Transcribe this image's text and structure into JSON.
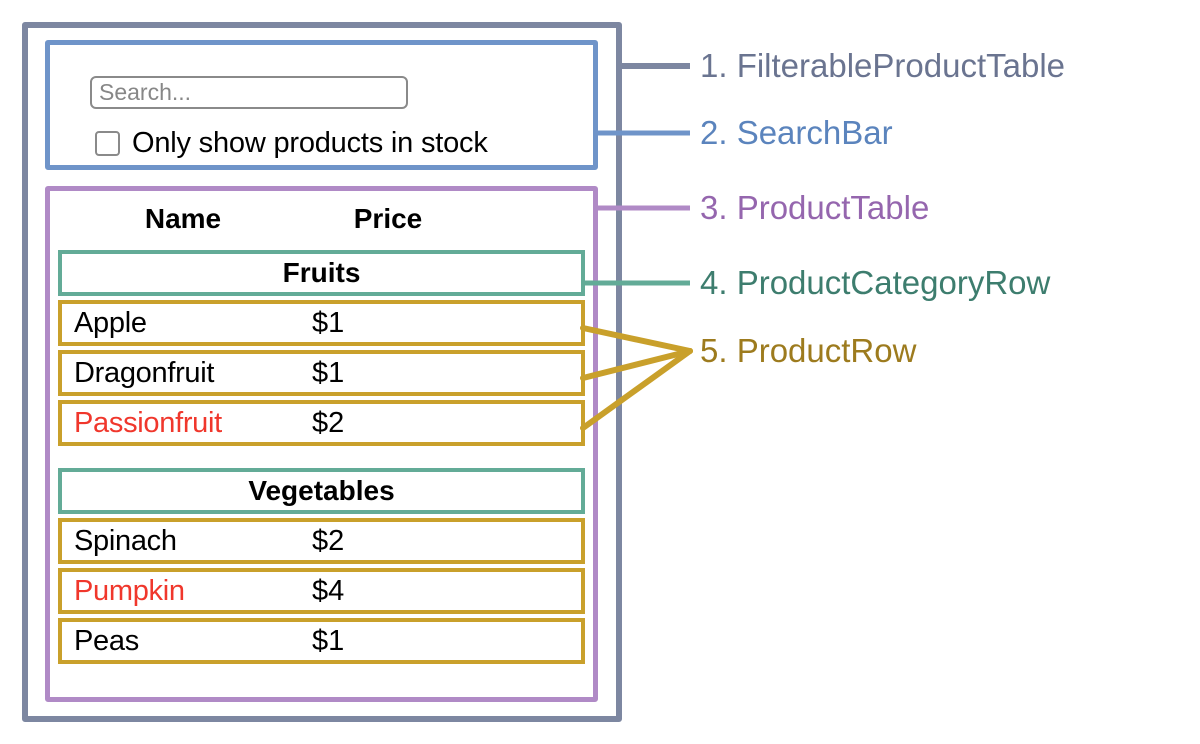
{
  "diagram": {
    "title": "React component breakdown diagram",
    "colors": {
      "filterable_product_table": "#7d87a1",
      "search_bar": "#6f94c9",
      "product_table": "#b08ac6",
      "product_category_row": "#63ab97",
      "product_row": "#c9a02b",
      "out_of_stock_text": "#f0372c"
    }
  },
  "search_bar": {
    "search_input": {
      "value": "",
      "placeholder": "Search..."
    },
    "stock_filter": {
      "label": "Only show products in stock",
      "checked": false
    }
  },
  "product_table": {
    "columns": [
      "Name",
      "Price"
    ],
    "sections": [
      {
        "category": "Fruits",
        "products": [
          {
            "name": "Apple",
            "price": "$1",
            "stocked": true
          },
          {
            "name": "Dragonfruit",
            "price": "$1",
            "stocked": true
          },
          {
            "name": "Passionfruit",
            "price": "$2",
            "stocked": false
          }
        ]
      },
      {
        "category": "Vegetables",
        "products": [
          {
            "name": "Spinach",
            "price": "$2",
            "stocked": true
          },
          {
            "name": "Pumpkin",
            "price": "$4",
            "stocked": false
          },
          {
            "name": "Peas",
            "price": "$1",
            "stocked": true
          }
        ]
      }
    ]
  },
  "annotations": [
    {
      "number": "1.",
      "name": "FilterableProductTable",
      "text": "1. FilterableProductTable",
      "color": "#6a7490"
    },
    {
      "number": "2.",
      "name": "SearchBar",
      "text": "2. SearchBar",
      "color": "#5b84bd"
    },
    {
      "number": "3.",
      "name": "ProductTable",
      "text": "3. ProductTable",
      "color": "#9566ae"
    },
    {
      "number": "4.",
      "name": "ProductCategoryRow",
      "text": "4. ProductCategoryRow",
      "color": "#3d7d6e"
    },
    {
      "number": "5.",
      "name": "ProductRow",
      "text": "5. ProductRow",
      "color": "#9d7b1e"
    }
  ]
}
